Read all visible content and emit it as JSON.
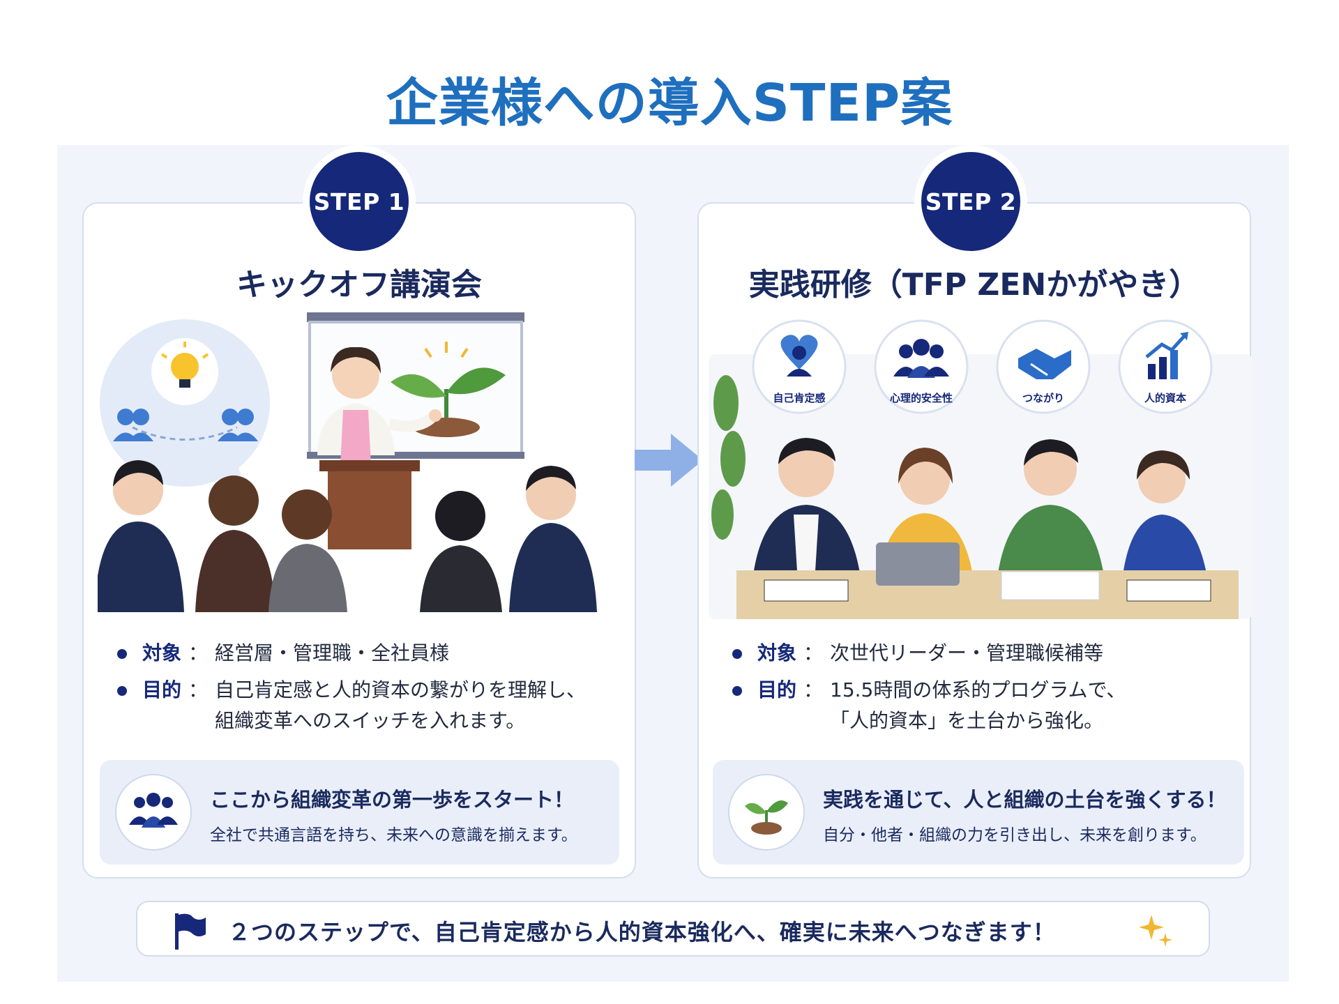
{
  "title": "企業様への導入STEP案",
  "colors": {
    "title_blue": "#1f6fbf",
    "navy": "#16287a",
    "panel_bg": "#f1f4fb",
    "callout_bg": "#e9eef9",
    "arrow_blue": "#8fb0e6",
    "sparkle_gold": "#f2b632"
  },
  "steps": [
    {
      "badge": "STEP 1",
      "title": "キックオフ講演会",
      "bullets": [
        {
          "key": "対象",
          "sep": "：",
          "text": "経営層・管理職・全社員様"
        },
        {
          "key": "目的",
          "sep": "：",
          "text": "自己肯定感と人的資本の繋がりを理解し、\n組織変革へのスイッチを入れます。"
        }
      ],
      "callout": {
        "icon": "people-group-icon",
        "head": "ここから組織変革の第一歩をスタート！",
        "sub": "全社で共通言語を持ち、未来への意識を揃えます。"
      }
    },
    {
      "badge": "STEP 2",
      "title": "実践研修（TFP ZENかがやき）",
      "icons": [
        {
          "icon": "heart-person-icon",
          "label": "自己肯定感"
        },
        {
          "icon": "group-icon",
          "label": "心理的安全性"
        },
        {
          "icon": "handshake-icon",
          "label": "つながり"
        },
        {
          "icon": "growth-chart-icon",
          "label": "人的資本"
        }
      ],
      "bullets": [
        {
          "key": "対象",
          "sep": "：",
          "text": "次世代リーダー・管理職候補等"
        },
        {
          "key": "目的",
          "sep": "：",
          "text": "15.5時間の体系的プログラムで、\n「人的資本」を土台から強化。"
        }
      ],
      "callout": {
        "icon": "sprout-icon",
        "head": "実践を通じて、人と組織の土台を強くする！",
        "sub": "自分・他者・組織の力を引き出し、未来を創ります。"
      }
    }
  ],
  "footer": {
    "icon": "flag-icon",
    "text": "２つのステップで、自己肯定感から人的資本強化へ、確実に未来へつなぎます！",
    "end_icon": "sparkle-icon"
  }
}
